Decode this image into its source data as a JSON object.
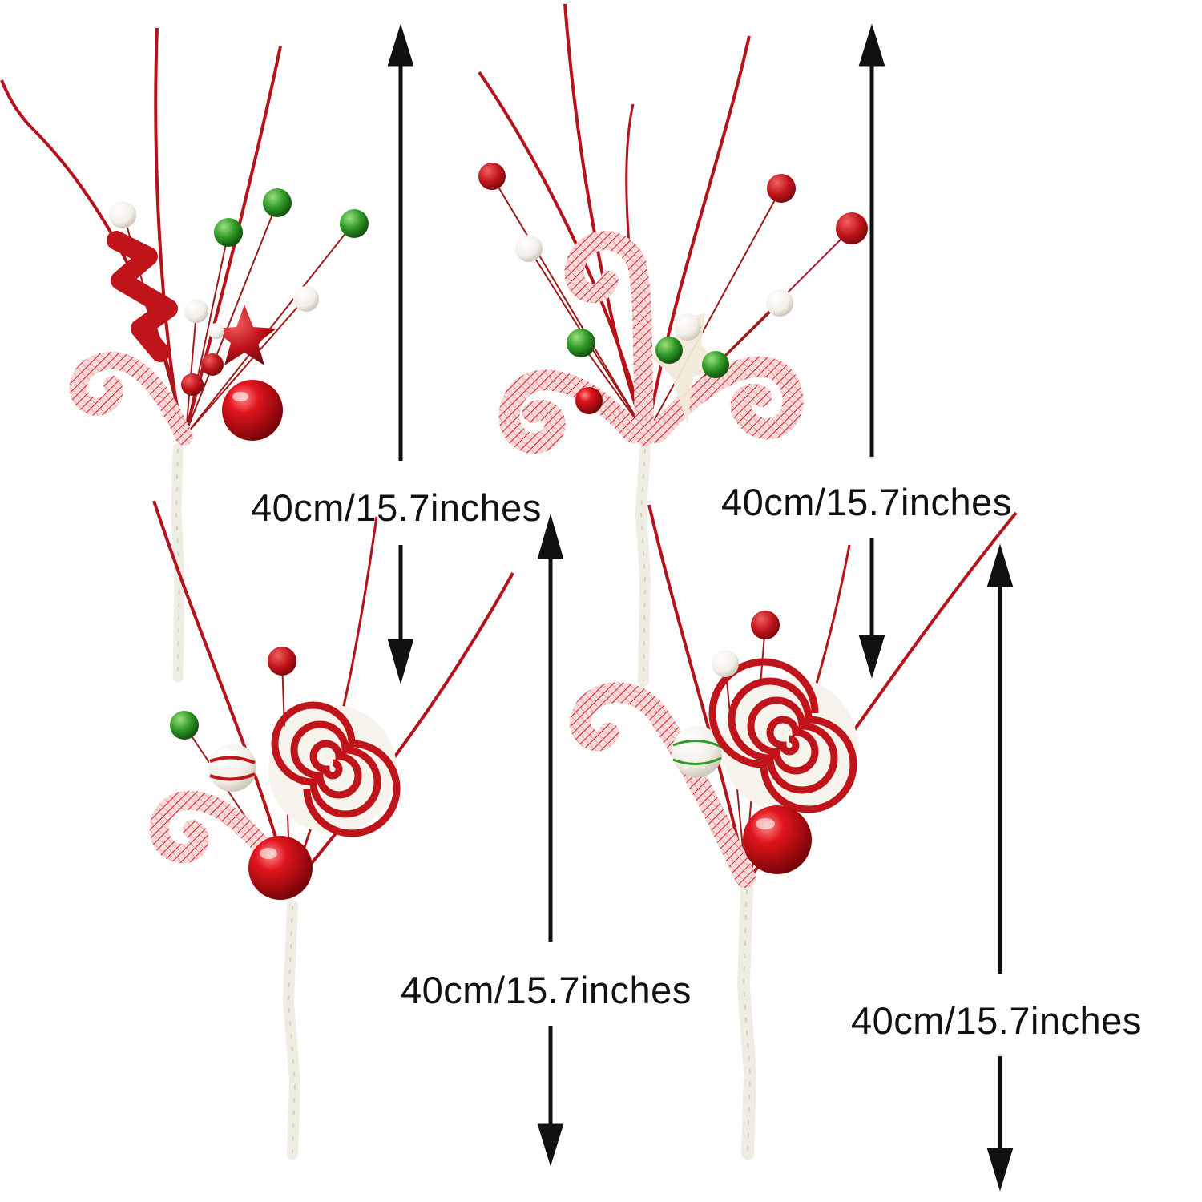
{
  "measurements": [
    {
      "label": "40cm/15.7inches"
    },
    {
      "label": "40cm/15.7inches"
    },
    {
      "label": "40cm/15.7inches"
    },
    {
      "label": "40cm/15.7inches"
    }
  ],
  "colors": {
    "background": "#ffffff",
    "arrow": "#111111",
    "glitter_red": "#c0141b",
    "ornament_red": "#d10f17",
    "glitter_green": "#2f9a26",
    "white_ball": "#f4f1ea",
    "stem_wrap": "#efece4"
  },
  "product": {
    "pick_count": 4
  }
}
